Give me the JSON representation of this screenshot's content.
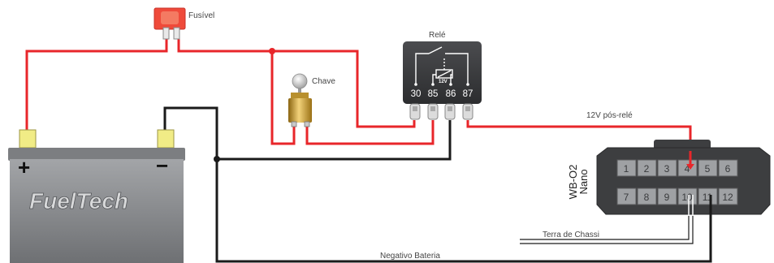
{
  "labels": {
    "fuse": "Fusível",
    "relay": "Relé",
    "switch": "Chave",
    "relay_coil": "12V",
    "post_relay": "12V pós-relé",
    "chassis_ground": "Terra de Chassi",
    "battery_negative": "Negativo Bateria",
    "battery_brand": "FuelTech",
    "battery_plus": "+",
    "battery_minus": "−",
    "connector_title_line1": "WB-O2",
    "connector_title_line2": "Nano"
  },
  "relay_pins": [
    "30",
    "85",
    "86",
    "87"
  ],
  "connector_pins_top": [
    "1",
    "2",
    "3",
    "4",
    "5",
    "6"
  ],
  "connector_pins_bottom": [
    "7",
    "8",
    "9",
    "10",
    "11",
    "12"
  ],
  "colors": {
    "positive_wire": "#e8262a",
    "negative_wire": "#1a1a1a",
    "fuse": "#ef4a3a",
    "battery": "#8a8c8e",
    "terminal": "#f1ec86",
    "relay_body": "#3a3b3d",
    "connector_body": "#3d3e40",
    "pin_cell": "#9fa1a4"
  }
}
